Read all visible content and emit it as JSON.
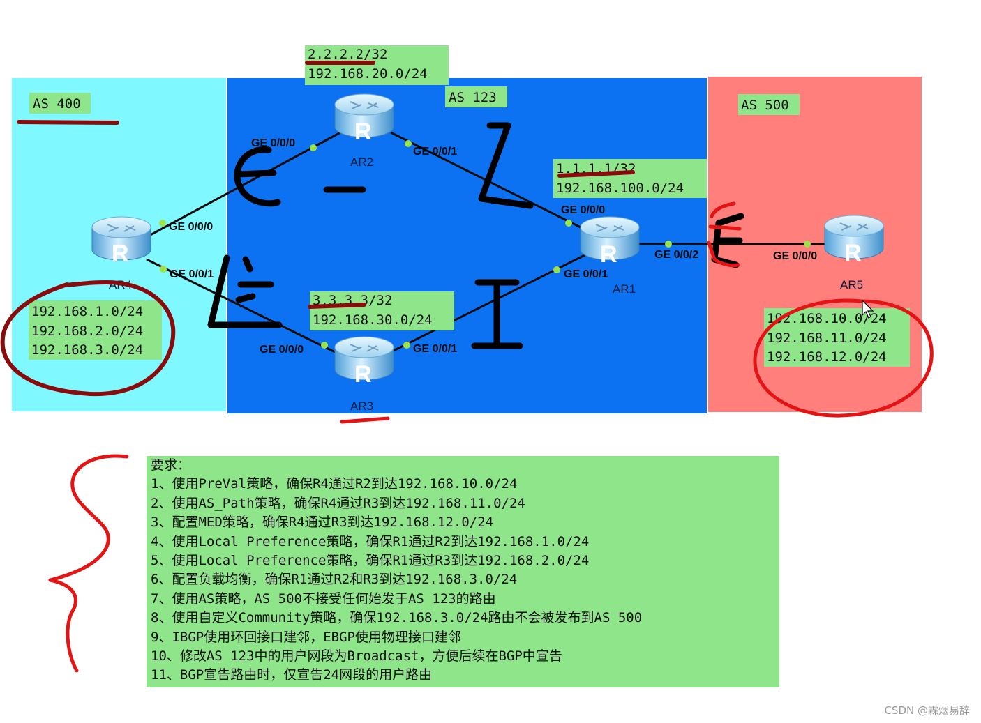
{
  "zones": {
    "as400": {
      "label": "AS 400",
      "color": "#80f8ff"
    },
    "as123": {
      "label": "AS 123",
      "color": "#0c72f2"
    },
    "as500": {
      "label": "AS 500",
      "color": "#ff7f7c"
    }
  },
  "routers": {
    "ar4": {
      "name": "AR4"
    },
    "ar2": {
      "name": "AR2"
    },
    "ar3": {
      "name": "AR3"
    },
    "ar1": {
      "name": "AR1"
    },
    "ar5": {
      "name": "AR5"
    }
  },
  "router_glyph": "R",
  "ports": {
    "ar2_ge000": "GE 0/0/0",
    "ar2_ge001": "GE 0/0/1",
    "ar4_ge000": "GE 0/0/0",
    "ar4_ge001": "GE 0/0/1",
    "ar1_ge000": "GE 0/0/0",
    "ar1_ge001": "GE 0/0/1",
    "ar1_ge002": "GE 0/0/2",
    "ar5_ge000": "GE 0/0/0",
    "ar3_ge000": "GE 0/0/0",
    "ar3_ge001": "GE 0/0/1"
  },
  "networks": {
    "ar2": [
      "2.2.2.2/32",
      "192.168.20.0/24"
    ],
    "ar1": [
      "1.1.1.1/32",
      "192.168.100.0/24"
    ],
    "ar3": [
      "3.3.3.3/32",
      "192.168.30.0/24"
    ],
    "ar4": [
      "192.168.1.0/24",
      "192.168.2.0/24",
      "192.168.3.0/24"
    ],
    "ar5": [
      "192.168.10.0/24",
      "192.168.11.0/24",
      "192.168.12.0/24"
    ]
  },
  "requirements": {
    "heading": "要求：",
    "items": [
      "1、使用PreVal策略，确保R4通过R2到达192.168.10.0/24",
      "2、使用AS_Path策略，确保R4通过R3到达192.168.11.0/24",
      "3、配置MED策略，确保R4通过R3到达192.168.12.0/24",
      "4、使用Local Preference策略，确保R1通过R2到达192.168.1.0/24",
      "5、使用Local Preference策略，确保R1通过R3到达192.168.2.0/24",
      "6、配置负载均衡，确保R1通过R2和R3到达192.168.3.0/24",
      "7、使用AS策略，AS 500不接受任何始发于AS 123的路由",
      "8、使用自定义Community策略，确保192.168.3.0/24路由不会被发布到AS 500",
      "9、IBGP使用环回接口建邻，EBGP使用物理接口建邻",
      "10、修改AS 123中的用户网段为Broadcast，方便后续在BGP中宣告",
      "11、BGP宣告路由时，仅宣告24网段的用户路由"
    ]
  },
  "watermark": "CSDN @霖烟易辞",
  "colors": {
    "label_bg": "#8fe58a",
    "link": "#0a0a0a",
    "port_dot": "#9be34a",
    "ink_dark_red": "#8a0b0b",
    "ink_red": "#e41414",
    "ink_black": "#000000"
  },
  "icons": [
    "router-icon",
    "mouse-cursor-icon"
  ]
}
